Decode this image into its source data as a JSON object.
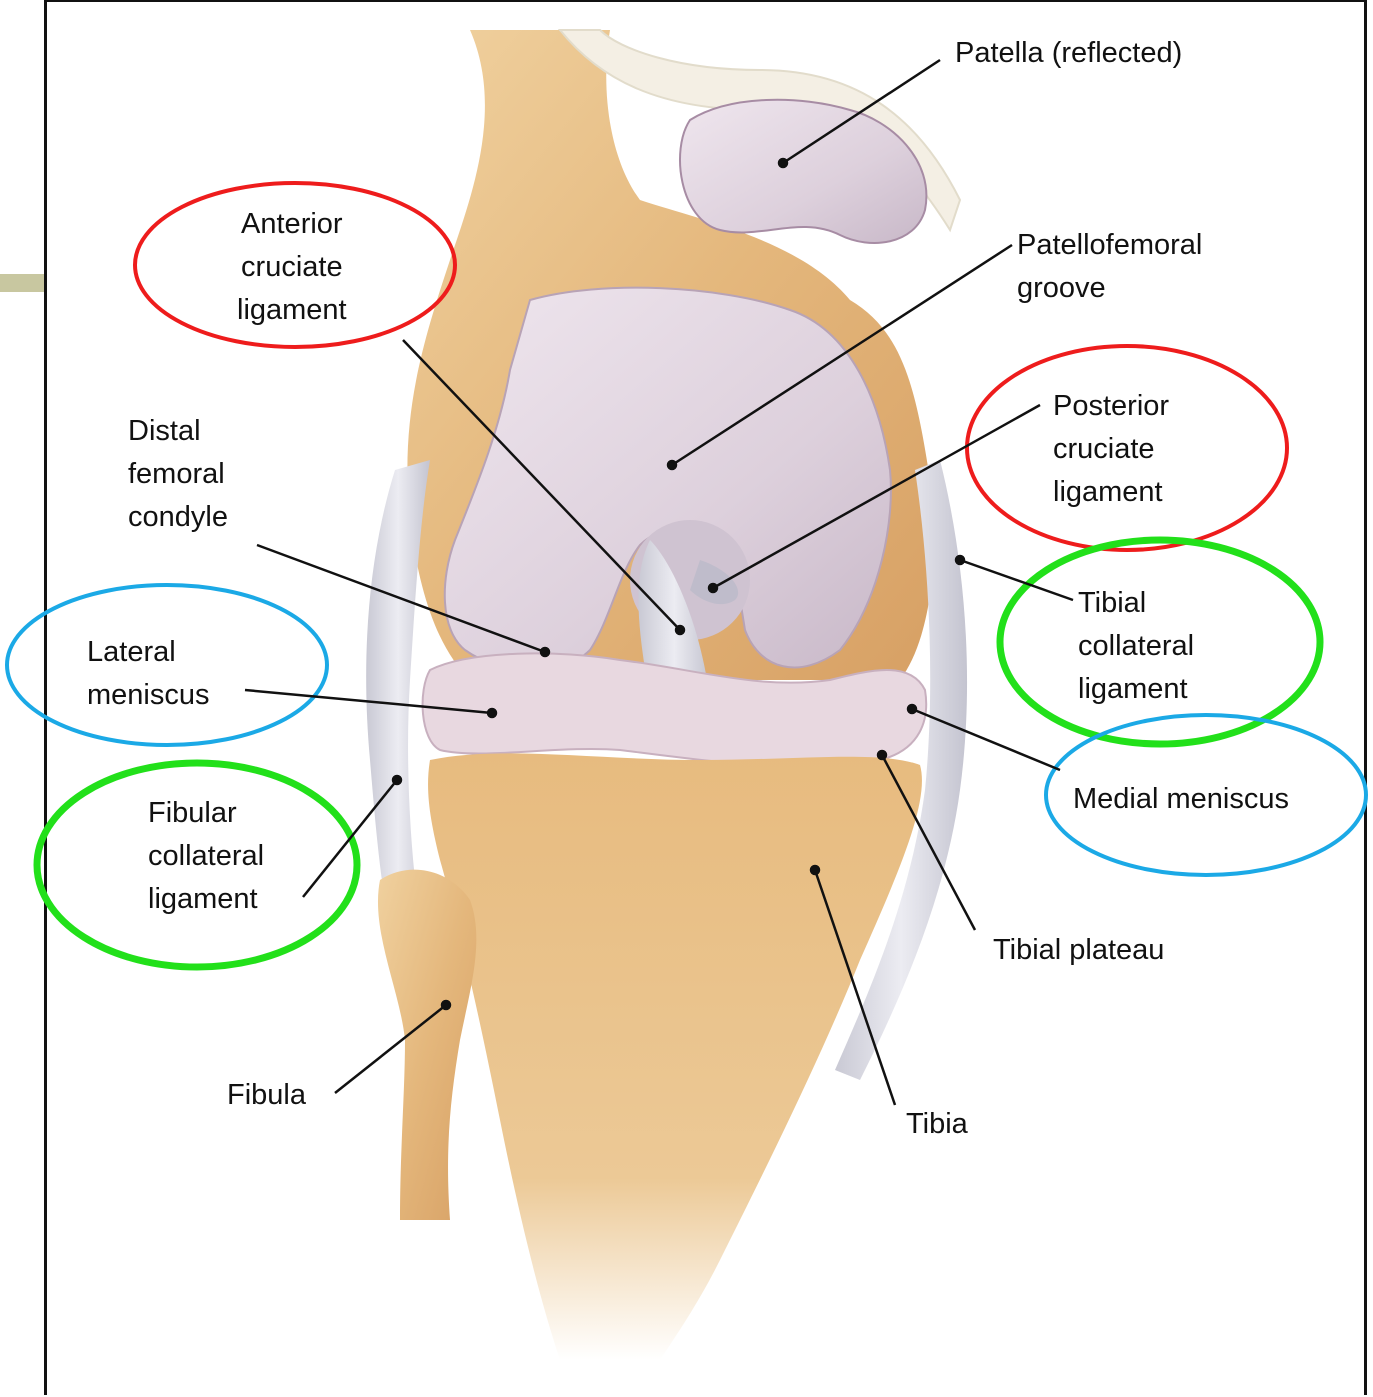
{
  "labels": {
    "patella": "Patella (reflected)",
    "patellofemoral_groove": "Patellofemoral\ngroove",
    "acl": "Anterior\ncruciate\nligament",
    "pcl": "Posterior\ncruciate\nligament",
    "distal_femoral_condyle": "Distal\nfemoral\ncondyle",
    "tibial_collateral": "Tibial\ncollateral\nligament",
    "lateral_meniscus": "Lateral\nmeniscus",
    "medial_meniscus": "Medial meniscus",
    "fibular_collateral": "Fibular\ncollateral\nligament",
    "tibial_plateau": "Tibial plateau",
    "fibula": "Fibula",
    "tibia": "Tibia"
  },
  "highlight_colors": {
    "cruciate": "#ee1c1c",
    "collateral": "#22e01a",
    "meniscus": "#1ba9e6"
  },
  "tissue_colors": {
    "bone": "#e7bf87",
    "cartilage": "#ddd0dc",
    "ligament": "#d9d9e2"
  }
}
